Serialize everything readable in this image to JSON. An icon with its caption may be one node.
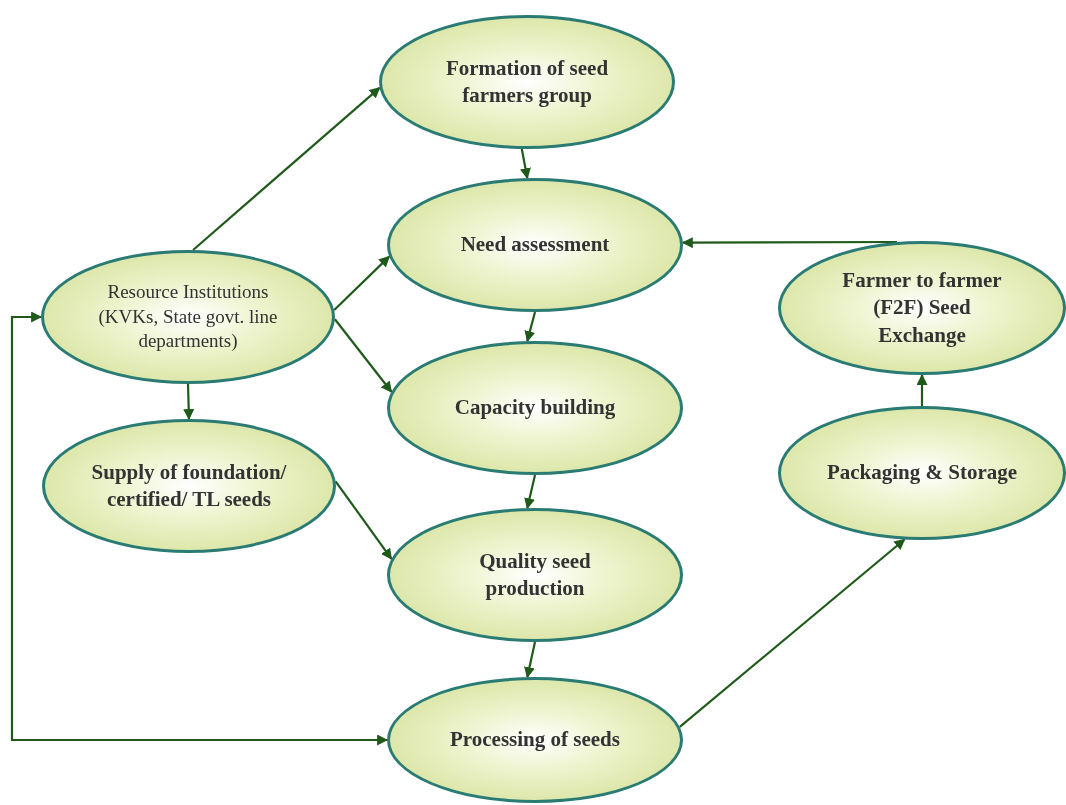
{
  "diagram": {
    "nodes": [
      {
        "text": [
          "Formation of seed farmers group"
        ]
      },
      {
        "text": [
          "Need assessment"
        ]
      },
      {
        "text": [
          "Resource Institutions (KVKs,  State govt. line departments)"
        ]
      },
      {
        "text": [
          "Capacity building"
        ]
      },
      {
        "text": [
          "Farmer to farmer (F2F) Seed Exchange"
        ]
      },
      {
        "text": [
          "Supply of foundation/ certified/ TL seeds"
        ]
      },
      {
        "text": [
          "Packaging & Storage"
        ]
      },
      {
        "text": [
          "Quality seed production"
        ]
      },
      {
        "text": [
          "Processing of seeds"
        ]
      }
    ],
    "edges": [
      {
        "from": 2,
        "to": 0,
        "arrow": "to"
      },
      {
        "from": 0,
        "to": 1,
        "arrow": "to"
      },
      {
        "from": 2,
        "to": 1,
        "arrow": "to"
      },
      {
        "from": 2,
        "to": 3,
        "arrow": "to"
      },
      {
        "from": 2,
        "to": 5,
        "arrow": "to"
      },
      {
        "from": 1,
        "to": 3,
        "arrow": "to"
      },
      {
        "from": 5,
        "to": 7,
        "arrow": "to"
      },
      {
        "from": 3,
        "to": 7,
        "arrow": "to"
      },
      {
        "from": 7,
        "to": 8,
        "arrow": "to"
      },
      {
        "from": 2,
        "to": 8,
        "arrow": "both"
      },
      {
        "from": 8,
        "to": 6,
        "arrow": "to"
      },
      {
        "from": 6,
        "to": 4,
        "arrow": "to"
      },
      {
        "from": 4,
        "to": 1,
        "arrow": "to"
      }
    ]
  }
}
